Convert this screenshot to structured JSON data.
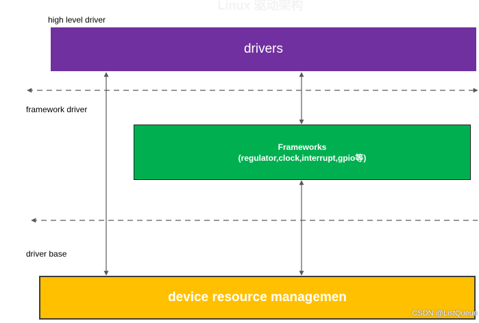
{
  "diagram": {
    "faint_title": "Linux 驱动架构",
    "layers": {
      "high_level_label": "high level driver",
      "framework_label": "framework driver",
      "base_label": "driver base"
    },
    "boxes": {
      "drivers": "drivers",
      "frameworks_line1": "Frameworks",
      "frameworks_line2": "(regulator,clock,interrupt,gpio等)",
      "device_resource": "device resource managemen"
    },
    "colors": {
      "drivers": "#7030a0",
      "frameworks": "#00b050",
      "device_resource": "#ffc000",
      "connector": "#595959"
    }
  },
  "watermark": "CSDN @ListQueue"
}
